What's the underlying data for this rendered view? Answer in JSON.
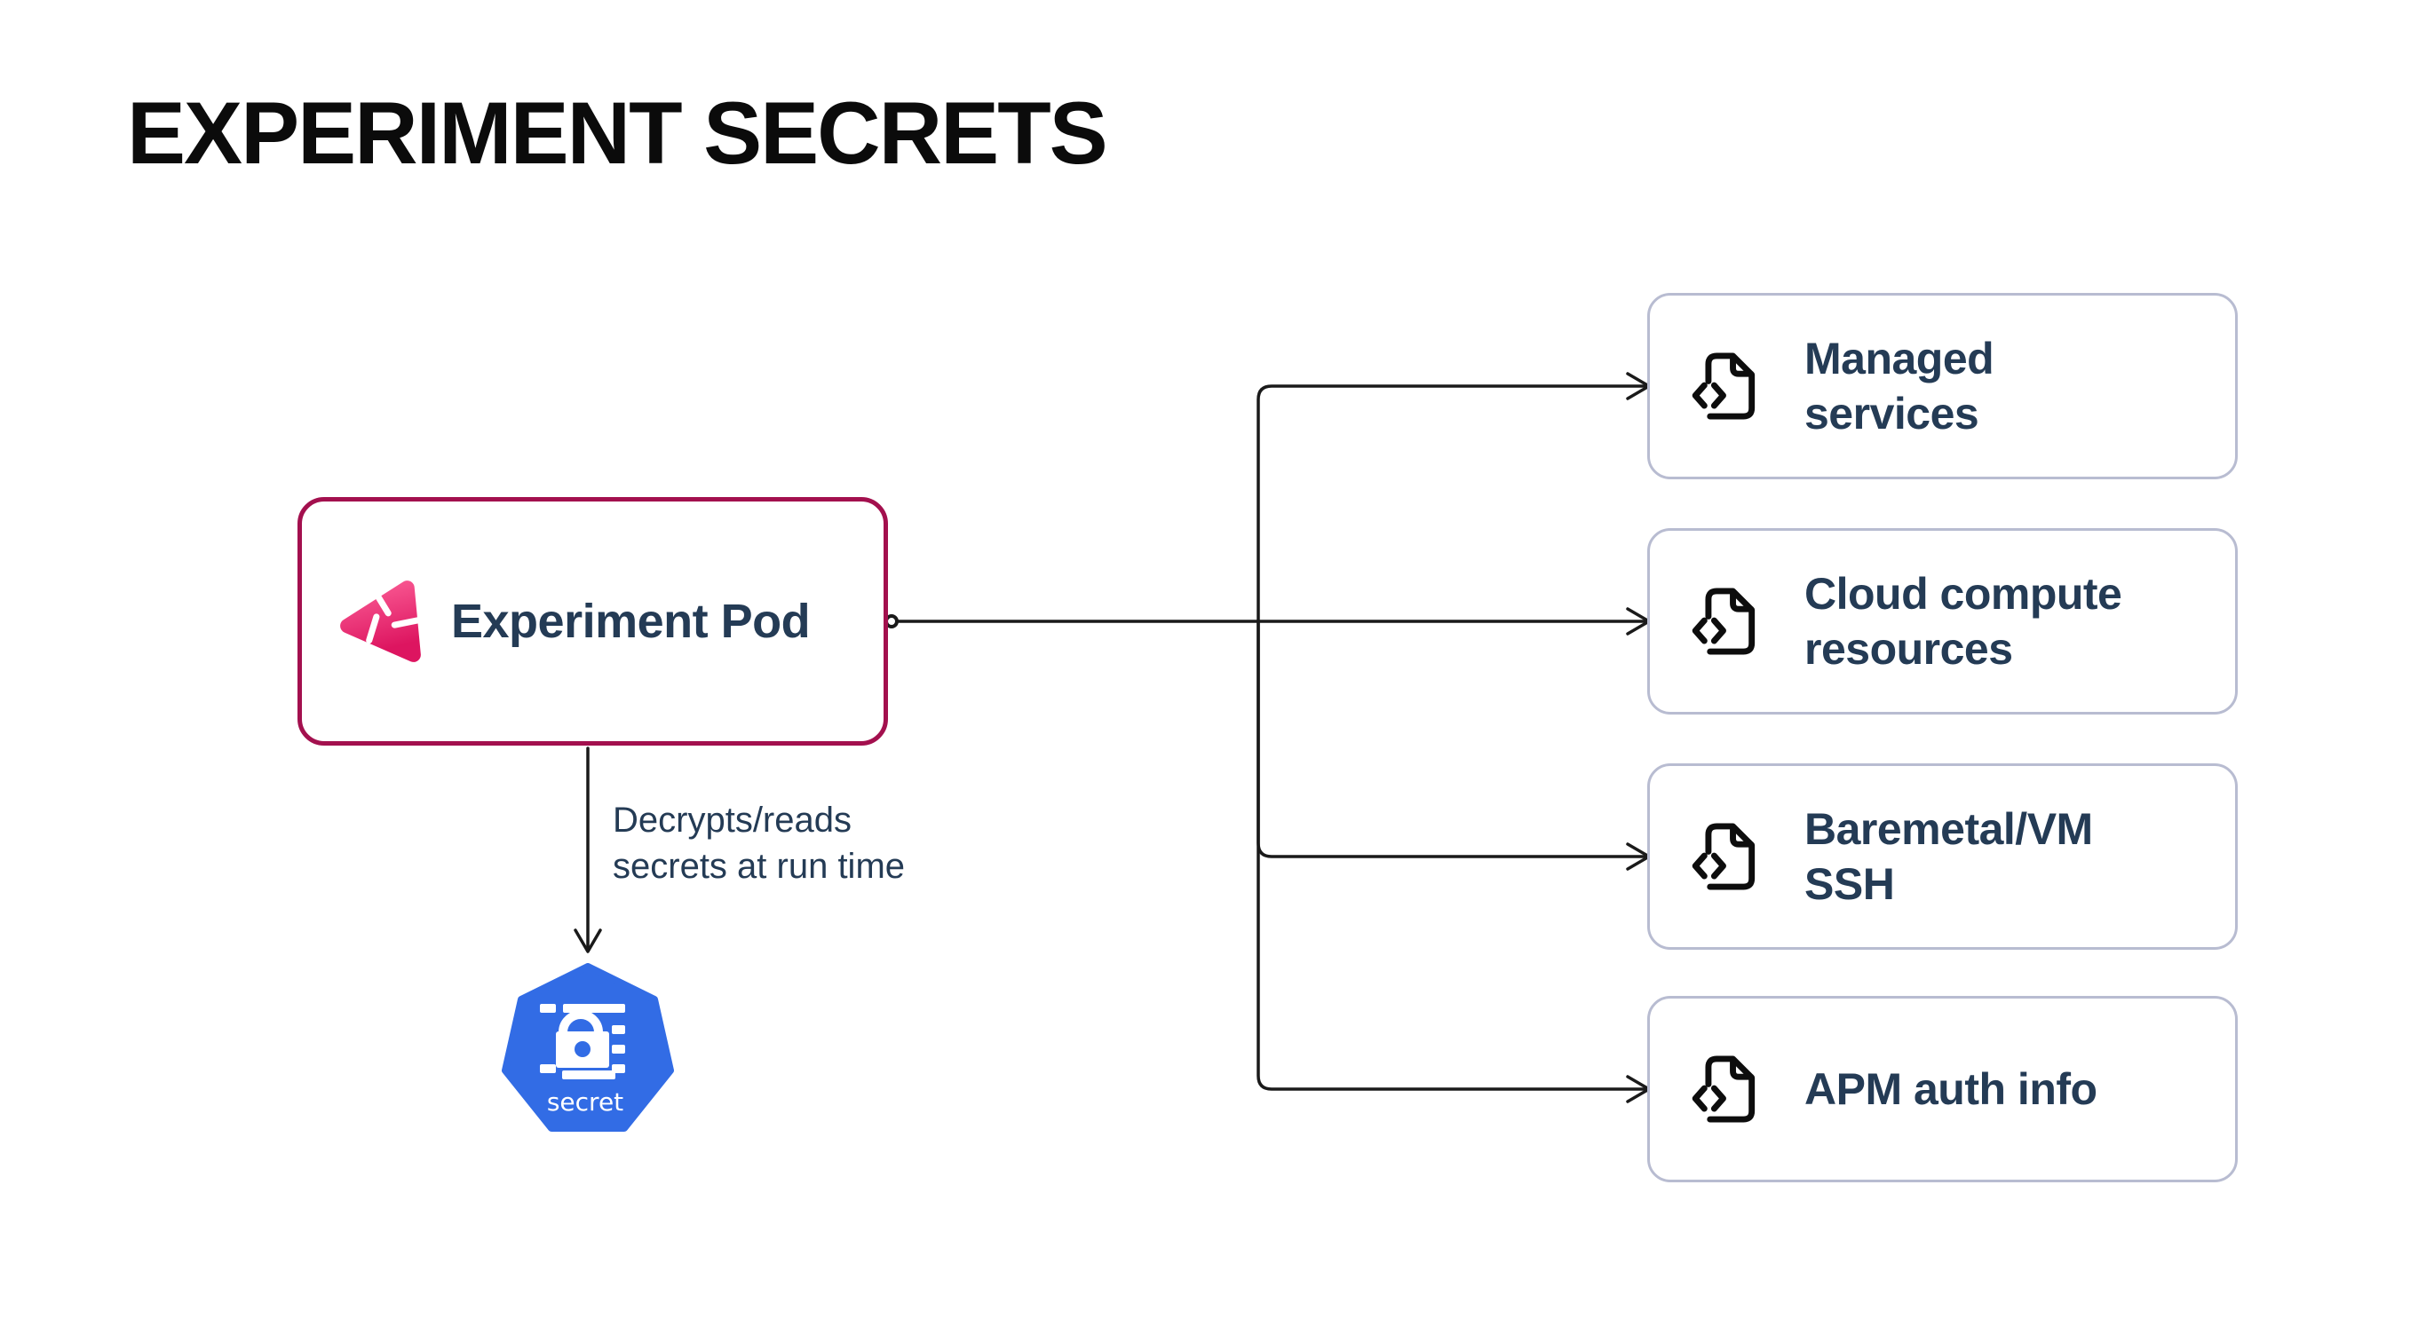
{
  "title": "EXPERIMENT SECRETS",
  "pod": {
    "label": "Experiment Pod"
  },
  "caption": {
    "lines": [
      "Decrypts/reads",
      "secrets at run time"
    ]
  },
  "kubernetes_secret": {
    "label": "secret"
  },
  "targets": [
    {
      "label": "Managed services",
      "lines": [
        "Managed",
        "services"
      ]
    },
    {
      "label": "Cloud compute resources",
      "lines": [
        "Cloud compute",
        "resources"
      ]
    },
    {
      "label": "Baremetal/VM SSH",
      "lines": [
        "Baremetal/VM",
        "SSH"
      ]
    },
    {
      "label": "APM auth info",
      "lines": [
        "APM auth info"
      ]
    }
  ],
  "colors": {
    "canvas_bg": "#FFFFFF",
    "title_text": "#0B0B0B",
    "text_navy": "#243B55",
    "accent_crimson": "#A3104E",
    "card_border": "#B8BCD1",
    "connector_black": "#1A1A1A",
    "kubernetes_blue": "#326CE5",
    "logo_pink_start": "#FA5B94",
    "logo_pink_end": "#DD1560"
  }
}
